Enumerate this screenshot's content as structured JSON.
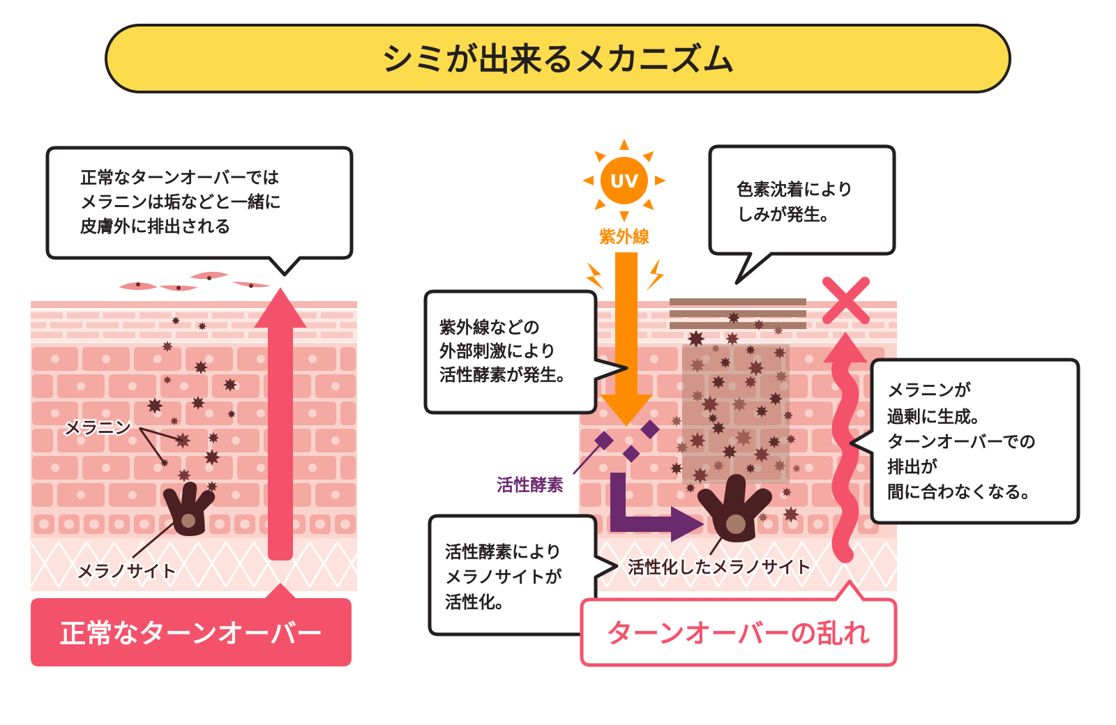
{
  "title": "シミが出来るメカニズム",
  "colors": {
    "title_bg": "#fcdc4d",
    "outline": "#231f20",
    "accent_pink": "#f4526b",
    "uv_orange": "#ff8c00",
    "purple": "#6b2a6e",
    "melanin_dark": "#5c2c2c",
    "skin_stripe": "#f5b7b1",
    "skin_cell": "#f4a9a3",
    "stain_brown": "#a77c6a"
  },
  "left": {
    "bubble": {
      "lines": [
        "正常なターンオーバーでは",
        "メラニンは垢などと一緒に",
        "皮膚外に排出される"
      ]
    },
    "label_melanin": "メラニン",
    "label_melanocyte": "メラノサイト",
    "banner": "正常なターンオーバー"
  },
  "right": {
    "uv_badge": "UV",
    "uv_label": "紫外線",
    "bubble_uv": {
      "lines": [
        "紫外線などの",
        "外部刺激により",
        "活性酵素が発生。"
      ]
    },
    "label_ros": "活性酵素",
    "bubble_pigment": {
      "lines": [
        "色素沈着により",
        "しみが発生。"
      ]
    },
    "bubble_excess": {
      "lines": [
        "メラニンが",
        "過剰に生成。",
        "ターンオーバーでの",
        "排出が",
        "間に合わなくなる。"
      ]
    },
    "bubble_activate": {
      "lines": [
        "活性酵素により",
        "メラノサイトが",
        "活性化。"
      ]
    },
    "label_active_melanocyte": "活性化したメラノサイト",
    "banner": "ターンオーバーの乱れ"
  },
  "icons": {
    "sun": "sun-icon",
    "lightning": "lightning-icon",
    "cross": "cross-mark-icon",
    "arrow_up": "arrow-up-icon",
    "arrow_down": "arrow-down-icon",
    "wavy_arrow": "wavy-arrow-icon",
    "elbow_arrow": "elbow-arrow-icon"
  }
}
